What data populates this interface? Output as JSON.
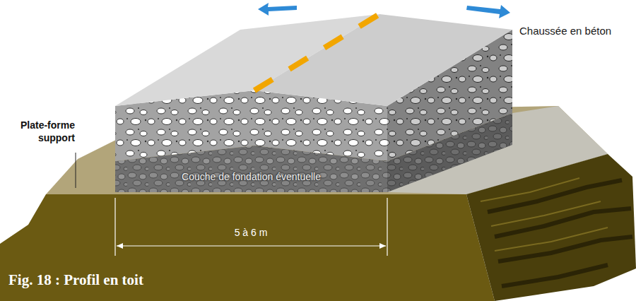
{
  "diagram": {
    "caption": "Fig. 18 : Profil en toit",
    "nodes": [
      {
        "text": [
          "Couche de fondation éventuelle"
        ]
      }
    ],
    "labels": [
      "Chaussée en béton",
      "Plate-forme support",
      "5 à 6 m"
    ]
  }
}
